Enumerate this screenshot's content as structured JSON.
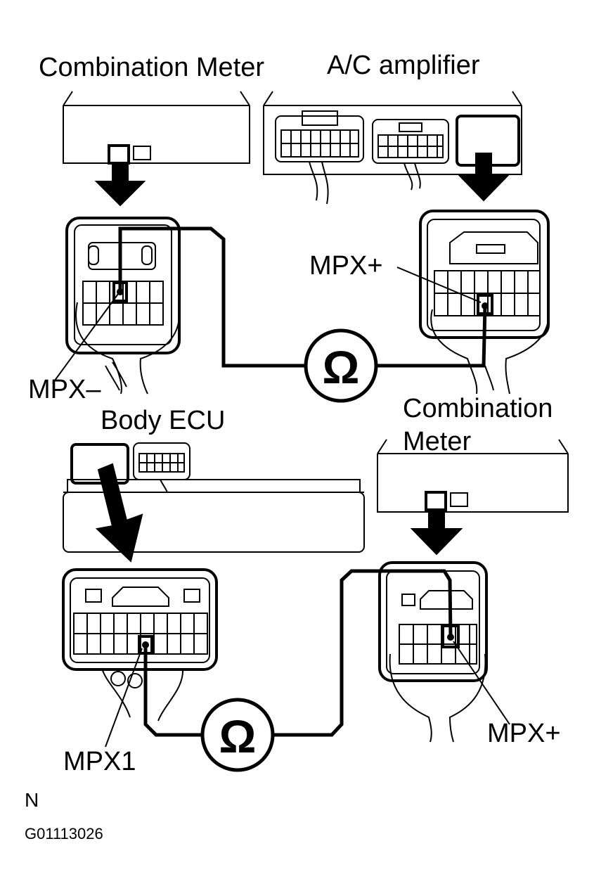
{
  "labels": {
    "combination_meter_top": "Combination Meter",
    "ac_amplifier": "A/C amplifier",
    "mpx_plus_top": "MPX+",
    "mpx_minus": "MPX–",
    "body_ecu": "Body ECU",
    "combination_meter_lower_line1": "Combination",
    "combination_meter_lower_line2": "Meter",
    "mpx_plus_bottom": "MPX+",
    "mpx1": "MPX1",
    "footer_letter": "N",
    "figure_code": "G01113026"
  },
  "meters": {
    "top_symbol": "Ω",
    "bottom_symbol": "Ω"
  },
  "colors": {
    "ink": "#000000",
    "paper": "#ffffff"
  },
  "icons": [
    "ohmmeter-icon",
    "down-arrow-icon",
    "connector-icon"
  ]
}
